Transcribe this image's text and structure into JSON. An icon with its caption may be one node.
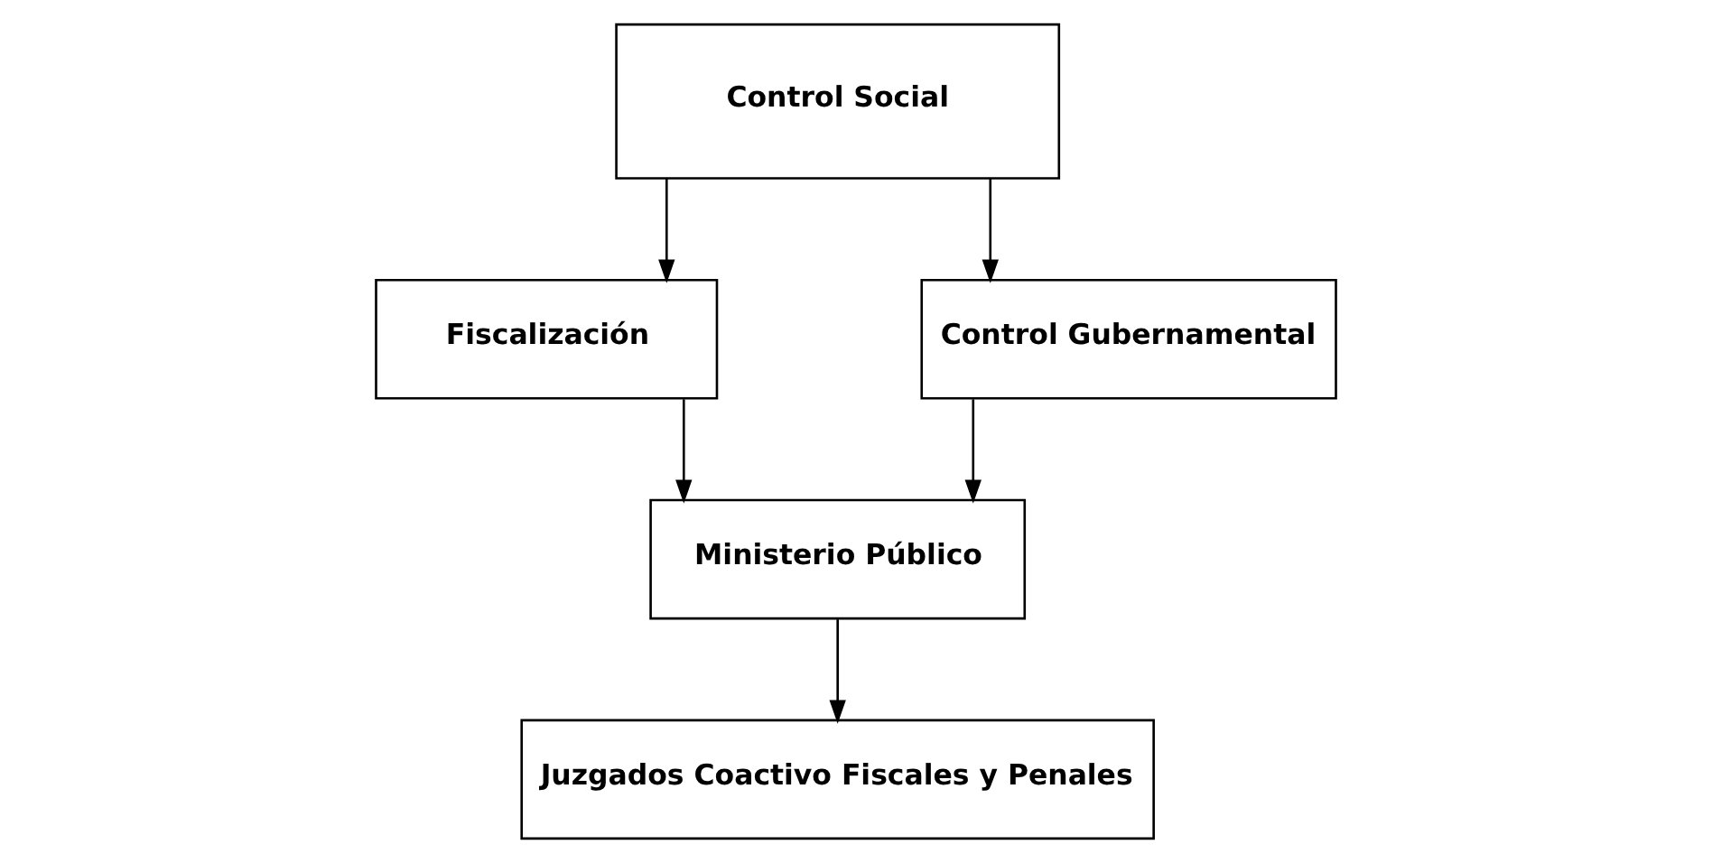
{
  "diagram": {
    "nodes": [
      {
        "text": [
          "Control Social"
        ]
      },
      {
        "text": [
          "Fiscalización"
        ]
      },
      {
        "text": [
          "Control Gubernamental"
        ]
      },
      {
        "text": [
          "Ministerio Público"
        ]
      },
      {
        "text": [
          "Juzgados Coactivo Fiscales y Penales"
        ]
      }
    ],
    "edges": [
      {
        "from": 0,
        "to": 1,
        "arrow": "to"
      },
      {
        "from": 0,
        "to": 2,
        "arrow": "to"
      },
      {
        "from": 1,
        "to": 3,
        "arrow": "to"
      },
      {
        "from": 2,
        "to": 3,
        "arrow": "to"
      },
      {
        "from": 3,
        "to": 4,
        "arrow": "to"
      }
    ]
  }
}
